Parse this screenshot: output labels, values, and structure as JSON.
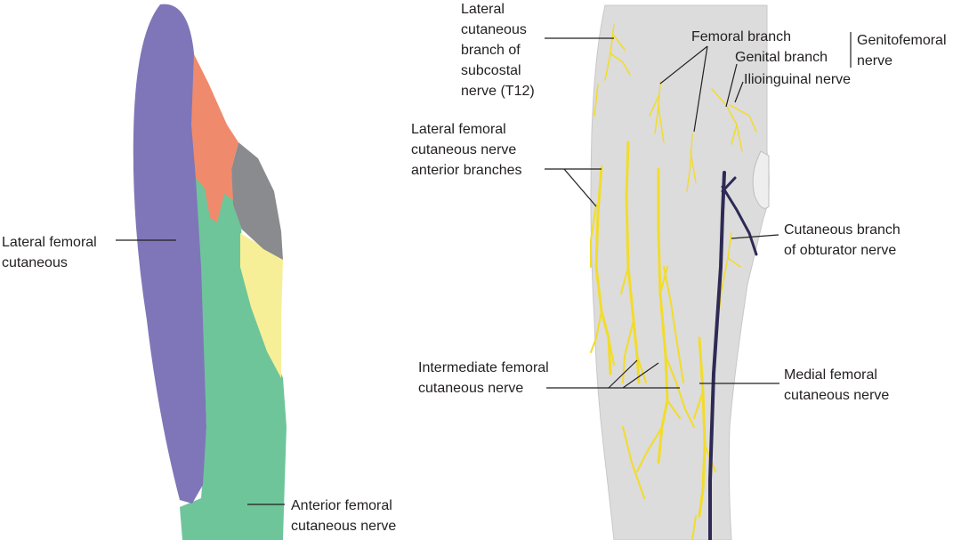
{
  "left_panel": {
    "labels": {
      "lateral_femoral": [
        "Lateral femoral",
        "cutaneous"
      ],
      "anterior_femoral": [
        "Anterior femoral",
        "cutaneous nerve"
      ]
    },
    "region_colors": {
      "lateral_femoral": "#7e76b8",
      "genitofemoral": "#f08a6c",
      "obturator": "#8a8b8f",
      "ilioinguinal": "#f7ef98",
      "anterior_femoral": "#6fc59a"
    }
  },
  "right_panel": {
    "labels": {
      "subcostal": [
        "Lateral",
        "cutaneous",
        "branch of",
        "subcostal",
        "nerve (T12)"
      ],
      "femoral_branch": "Femoral branch",
      "genital_branch": "Genital branch",
      "genitofemoral": [
        "Genitofemoral",
        "nerve"
      ],
      "ilioinguinal": "Ilioinguinal nerve",
      "lateral_femoral_anterior": [
        "Lateral femoral",
        "cutaneous nerve",
        "anterior branches"
      ],
      "obturator": [
        "Cutaneous branch",
        "of obturator nerve"
      ],
      "intermediate": [
        "Intermediate femoral",
        "cutaneous nerve"
      ],
      "medial": [
        "Medial femoral",
        "cutaneous nerve"
      ]
    },
    "colors": {
      "skin": "#dcdcdc",
      "nerve": "#f2dc2a",
      "obturator_nerve": "#2e2a55"
    }
  }
}
